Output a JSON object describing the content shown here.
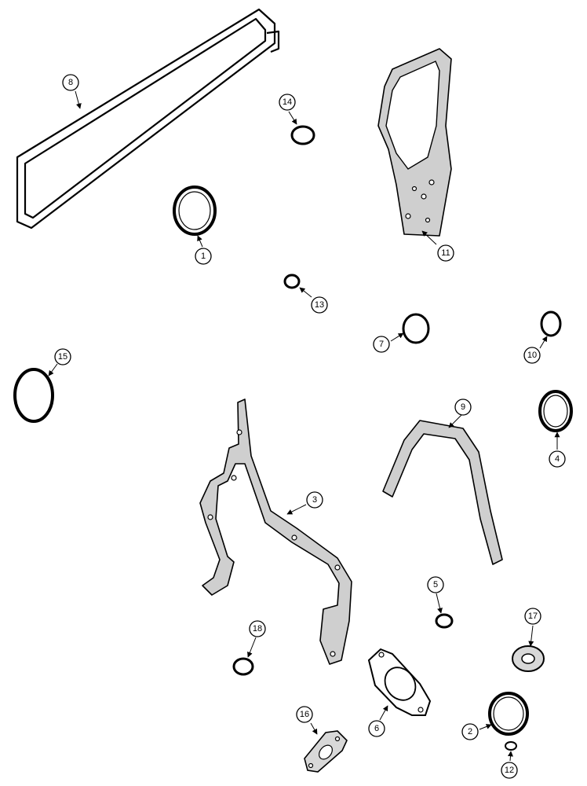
{
  "callouts": {
    "c1": "1",
    "c2": "2",
    "c3": "3",
    "c4": "4",
    "c5": "5",
    "c6": "6",
    "c7": "7",
    "c8": "8",
    "c9": "9",
    "c10": "10",
    "c11": "11",
    "c12": "12",
    "c13": "13",
    "c14": "14",
    "c15": "15",
    "c16": "16",
    "c17": "17",
    "c18": "18"
  },
  "colors": {
    "line": "#000000",
    "fill": "#cfcfcf",
    "background": "#ffffff"
  }
}
